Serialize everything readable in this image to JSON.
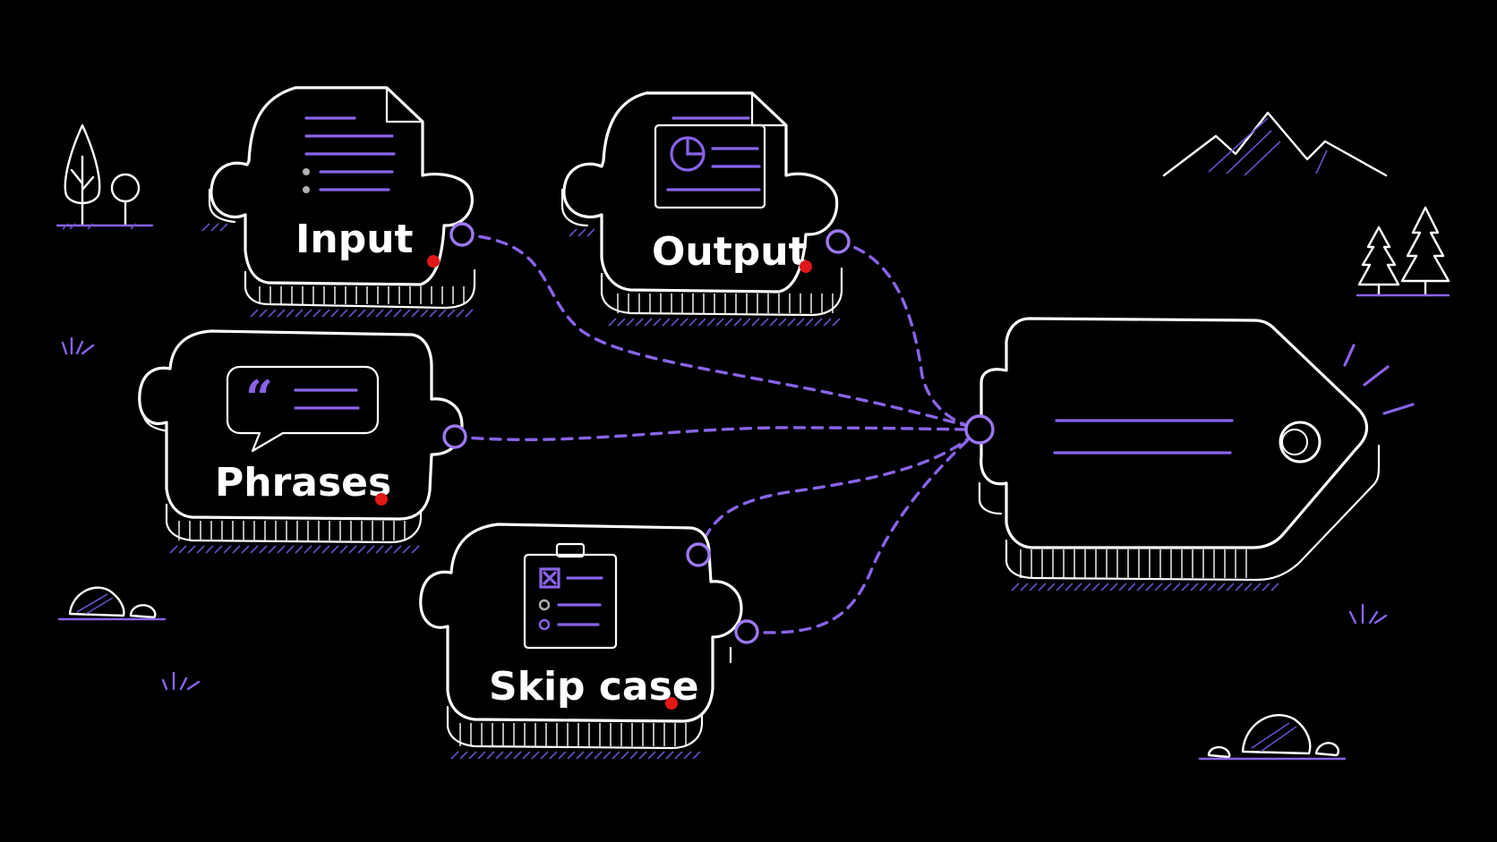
{
  "diagram": {
    "pieces": [
      {
        "id": "input",
        "label": "Input",
        "icon": "document-list-icon"
      },
      {
        "id": "output",
        "label": "Output",
        "icon": "document-chart-icon"
      },
      {
        "id": "phrases",
        "label": "Phrases",
        "icon": "quote-bubble-icon"
      },
      {
        "id": "skip_case",
        "label": "Skip case",
        "icon": "clipboard-checklist-icon"
      }
    ],
    "target": {
      "icon": "tag-icon"
    },
    "connections": [
      "input",
      "output",
      "phrases",
      "skip_case",
      "skip_case"
    ],
    "colors": {
      "background": "#000000",
      "outline": "#ffffff",
      "accent": "#8a63e8",
      "status_dot": "#e01818"
    }
  }
}
